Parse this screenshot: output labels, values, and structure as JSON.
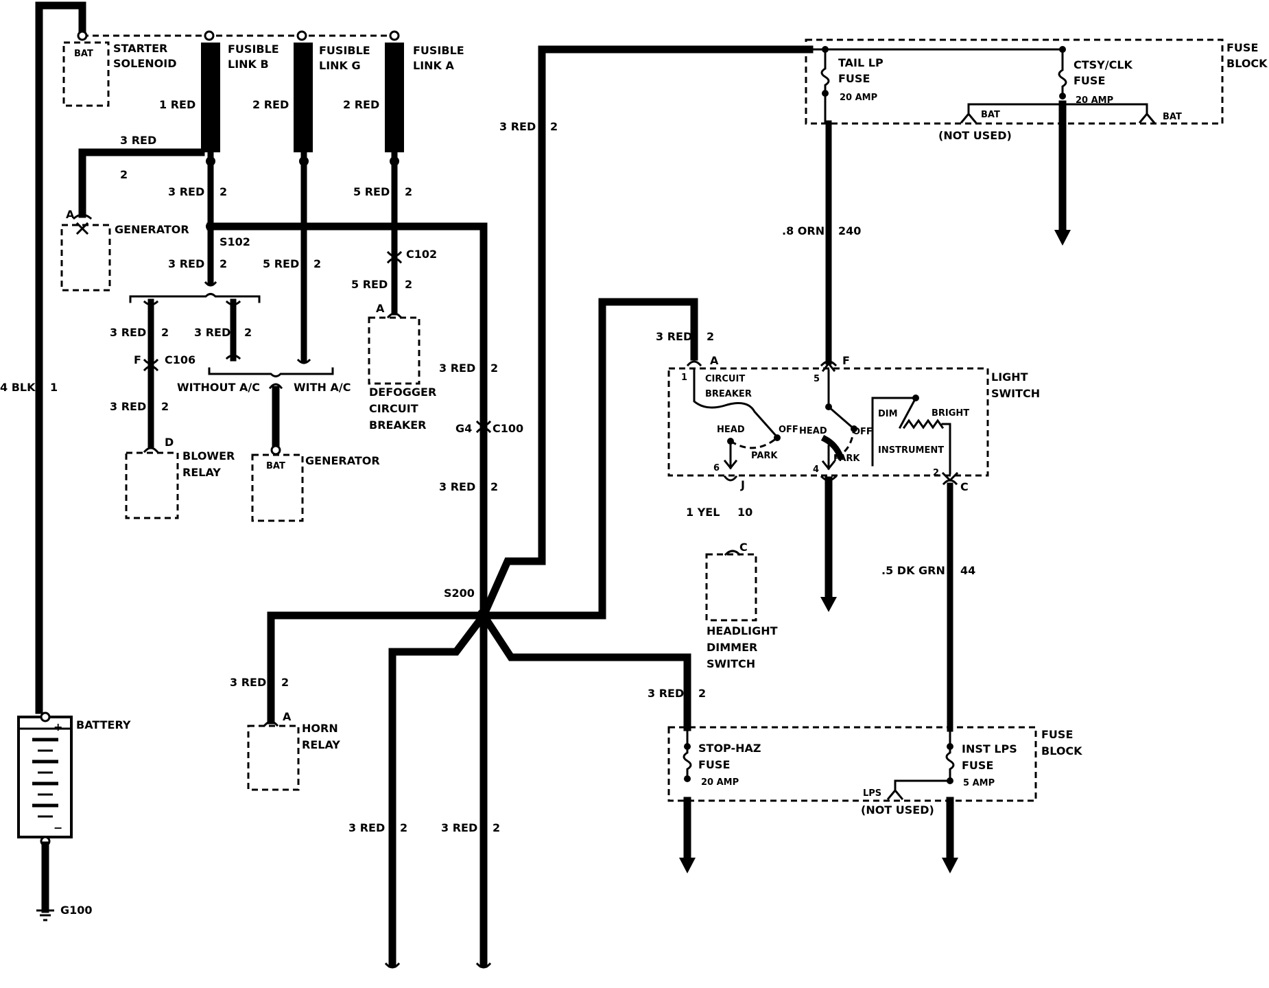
{
  "labels": {
    "starter_solenoid": [
      "STARTER",
      "SOLENOID"
    ],
    "bat": "BAT",
    "fusible_link_b": [
      "FUSIBLE",
      "LINK B"
    ],
    "fusible_link_g": [
      "FUSIBLE",
      "LINK G"
    ],
    "fusible_link_a": [
      "FUSIBLE",
      "LINK A"
    ],
    "generator": "GENERATOR",
    "s102": "S102",
    "c102": "C102",
    "c106": "C106",
    "c100": "C100",
    "g4": "G4",
    "s200": "S200",
    "g100": "G100",
    "without_ac": "WITHOUT A/C",
    "with_ac": "WITH A/C",
    "blower_relay": [
      "BLOWER",
      "RELAY"
    ],
    "generator_bat": "BAT",
    "generator2": "GENERATOR",
    "defogger": [
      "DEFOGGER",
      "CIRCUIT",
      "BREAKER"
    ],
    "battery": "BATTERY",
    "horn_relay": [
      "HORN",
      "RELAY"
    ],
    "tail_lp_fuse": [
      "TAIL LP",
      "FUSE",
      "20 AMP"
    ],
    "ctsy_clk_fuse": [
      "CTSY/CLK",
      "FUSE",
      "20 AMP"
    ],
    "fuse_block_top": [
      "FUSE",
      "BLOCK"
    ],
    "not_used_top": "(NOT USED)",
    "bat_a": "BAT",
    "bat_b": "BAT",
    "light_switch": [
      "LIGHT",
      "SWITCH"
    ],
    "circuit_breaker": [
      "CIRCUIT",
      "BREAKER"
    ],
    "head1": "HEAD",
    "park1": "PARK",
    "off1": "OFF",
    "head2": "HEAD",
    "off2": "OFF",
    "park2": "PARK",
    "dim": "DIM",
    "bright": "BRIGHT",
    "instrument": "INSTRUMENT",
    "headlight_dimmer": [
      "HEADLIGHT",
      "DIMMER",
      "SWITCH"
    ],
    "stop_haz_fuse": [
      "STOP-HAZ",
      "FUSE",
      "20 AMP"
    ],
    "inst_lps_fuse": [
      "INST LPS",
      "FUSE",
      "5 AMP"
    ],
    "fuse_block_bottom": [
      "FUSE",
      "BLOCK"
    ],
    "lps": "LPS",
    "not_used_bottom": "(NOT USED)"
  },
  "pins": {
    "a_generator": "A",
    "a_defogger": "A",
    "f_c106": "F",
    "d_blower": "D",
    "a_horn": "A",
    "a_switch": "A",
    "f_switch": "F",
    "c_switch": "C",
    "j_switch": "J",
    "c_dimmer": "C",
    "n1": "1",
    "n5": "5",
    "n6": "6",
    "n4": "4",
    "n2": "2",
    "plus": "+",
    "minus": "−"
  },
  "wires": {
    "blk_4": "4 BLK",
    "blk_4_circuit": "1",
    "red_1": "1 RED",
    "red_2_g": "2 RED",
    "red_2_a": "2 RED",
    "red_3_gen": "3 RED",
    "red_3_gen_circuit": "2",
    "red_3_s102": "3 RED",
    "red_3_s102_circuit": "2",
    "red_5_c102": "5 RED",
    "red_5_c102_circuit": "2",
    "red_3_below_s102": "3 RED",
    "red_3_below_s102_circuit": "2",
    "red_5_withac": "5 RED",
    "red_5_withac_circuit": "2",
    "red_5_defog": "5 RED",
    "red_5_defog_circuit": "2",
    "red_3_c106_up": "3 RED",
    "red_3_c106_up_circuit": "2",
    "red_3_mid": "3 RED",
    "red_3_mid_circuit": "2",
    "red_3_c106_down": "3 RED",
    "red_3_c106_down_circuit": "2",
    "red_3_c100_up": "3 RED",
    "red_3_c100_up_circuit": "2",
    "red_3_c100_down": "3 RED",
    "red_3_c100_down_circuit": "2",
    "red_3_top": "3 RED",
    "red_3_top_circuit": "2",
    "orn_8": ".8 ORN",
    "orn_8_circuit": "240",
    "red_3_switch": "3 RED",
    "red_3_switch_circuit": "2",
    "yel_1": "1 YEL",
    "yel_1_circuit": "10",
    "dkgrn_5": ".5 DK GRN",
    "dkgrn_5_circuit": "44",
    "red_3_horn": "3 RED",
    "red_3_horn_circuit": "2",
    "red_3_stop": "3 RED",
    "red_3_stop_circuit": "2",
    "red_3_bl": "3 RED",
    "red_3_bl_circuit": "2",
    "red_3_br": "3 RED",
    "red_3_br_circuit": "2"
  }
}
